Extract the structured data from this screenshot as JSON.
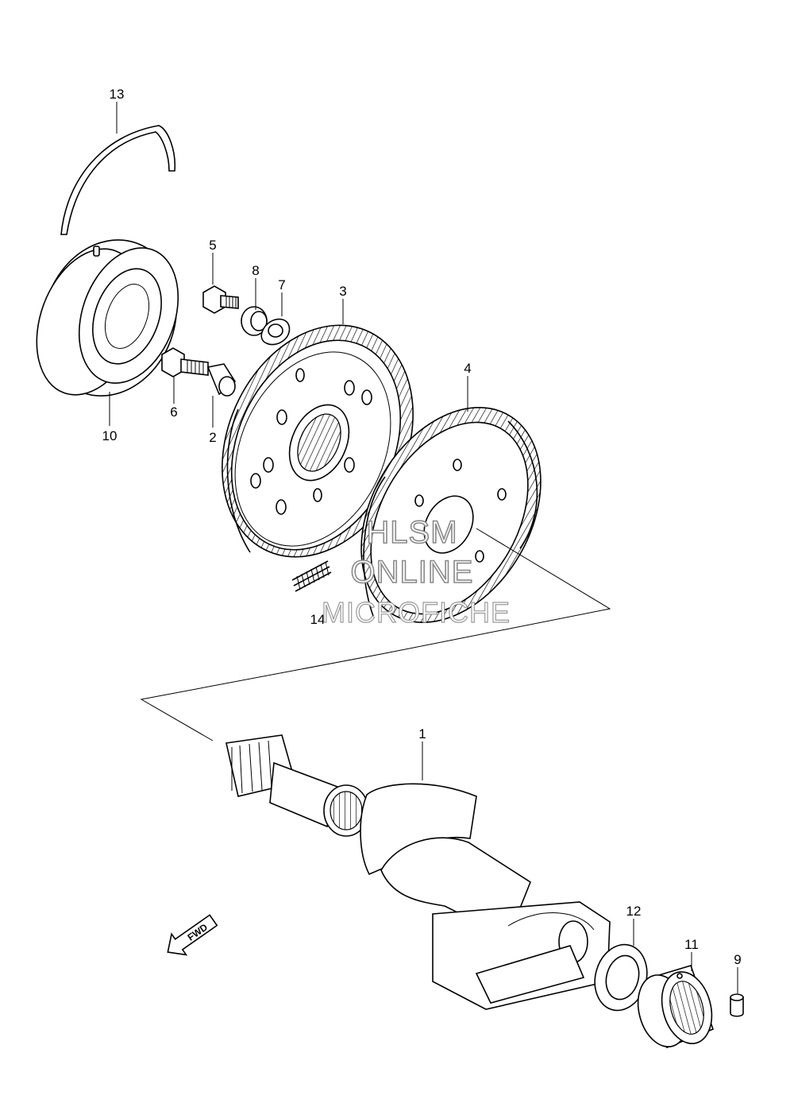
{
  "parts": [
    {
      "ref": "1"
    },
    {
      "ref": "2"
    },
    {
      "ref": "3"
    },
    {
      "ref": "4"
    },
    {
      "ref": "5"
    },
    {
      "ref": "6"
    },
    {
      "ref": "7"
    },
    {
      "ref": "8"
    },
    {
      "ref": "9"
    },
    {
      "ref": "10"
    },
    {
      "ref": "11"
    },
    {
      "ref": "12"
    },
    {
      "ref": "13"
    },
    {
      "ref": "14"
    }
  ],
  "direction_arrow": {
    "label": "FWD",
    "icon": "fwd-arrow-icon"
  },
  "watermark": {
    "line1": "HLSM",
    "line2": "ONLINE",
    "line3": "MICROFICHE"
  }
}
